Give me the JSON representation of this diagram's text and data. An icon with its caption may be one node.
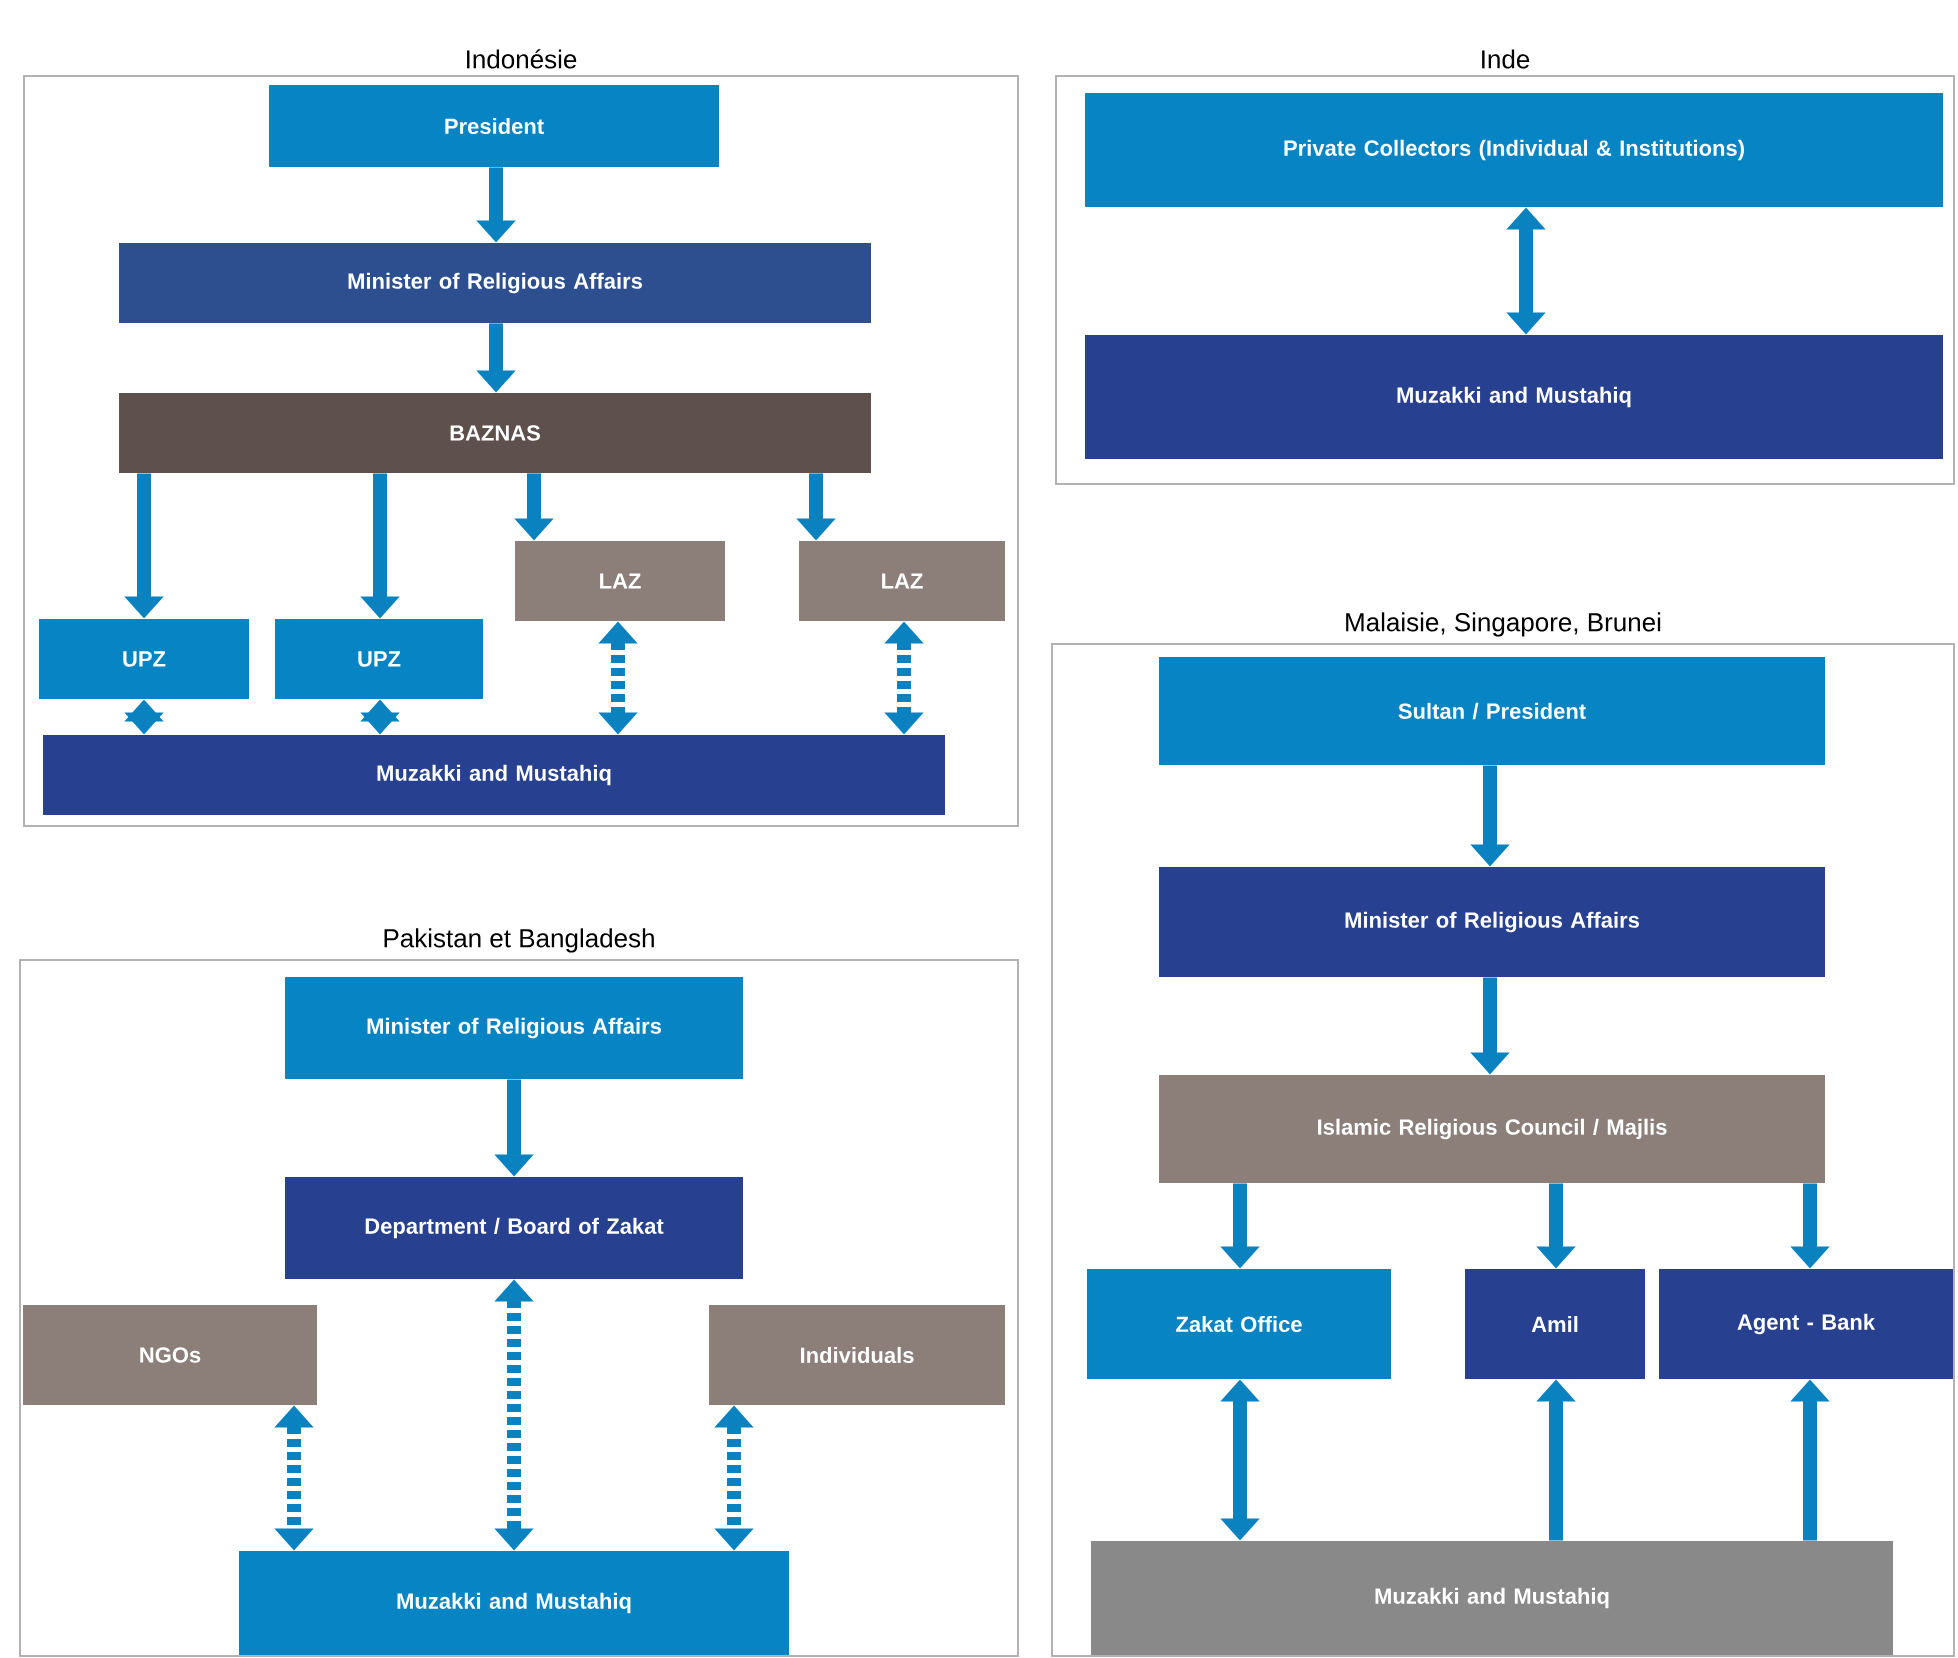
{
  "diagram": {
    "nodes": [
      {
        "text": [
          "Indonésie"
        ]
      },
      {
        "text": [
          "President"
        ],
        "in": 0
      },
      {
        "text": [
          "Minister of Religious Affairs"
        ],
        "in": 0
      },
      {
        "text": [
          "BAZNAS"
        ],
        "in": 0
      },
      {
        "text": [
          "UPZ"
        ],
        "in": 0
      },
      {
        "text": [
          "UPZ"
        ],
        "in": 0
      },
      {
        "text": [
          "LAZ"
        ],
        "in": 0
      },
      {
        "text": [
          "LAZ"
        ],
        "in": 0
      },
      {
        "text": [
          "Muzakki and Mustahiq"
        ],
        "in": 0
      },
      {
        "text": [
          "Inde"
        ]
      },
      {
        "text": [
          "Private Collectors (Individual & Institutions)"
        ],
        "in": 9
      },
      {
        "text": [
          "Muzakki and Mustahiq"
        ],
        "in": 9
      },
      {
        "text": [
          "Malaisie, Singapore, Brunei"
        ]
      },
      {
        "text": [
          "Sultan / President"
        ],
        "in": 12
      },
      {
        "text": [
          "Minister of Religious Affairs"
        ],
        "in": 12
      },
      {
        "text": [
          "Islamic Religious Council / Majlis"
        ],
        "in": 12
      },
      {
        "text": [
          "Zakat Office"
        ],
        "in": 12
      },
      {
        "text": [
          "Amil"
        ],
        "in": 12
      },
      {
        "text": [
          "Agent - Bank"
        ],
        "in": 12
      },
      {
        "text": [
          "Muzakki and Mustahiq"
        ],
        "in": 12
      },
      {
        "text": [
          "Pakistan et Bangladesh"
        ]
      },
      {
        "text": [
          "Minister of Religious Affairs"
        ],
        "in": 20
      },
      {
        "text": [
          "Department / Board of Zakat"
        ],
        "in": 20
      },
      {
        "text": [
          "NGOs"
        ],
        "in": 20
      },
      {
        "text": [
          "Individuals"
        ],
        "in": 20
      },
      {
        "text": [
          "Muzakki and Mustahiq"
        ],
        "in": 20
      }
    ],
    "edges": [
      {
        "from": 1,
        "to": 2,
        "arrow": "to"
      },
      {
        "from": 2,
        "to": 3,
        "arrow": "to"
      },
      {
        "from": 3,
        "to": 4,
        "arrow": "to"
      },
      {
        "from": 3,
        "to": 5,
        "arrow": "to"
      },
      {
        "from": 3,
        "to": 6,
        "arrow": "to"
      },
      {
        "from": 3,
        "to": 7,
        "arrow": "to"
      },
      {
        "from": 4,
        "to": 8,
        "arrow": "both"
      },
      {
        "from": 5,
        "to": 8,
        "arrow": "both"
      },
      {
        "from": 6,
        "to": 8,
        "arrow": "both",
        "style": "dashed"
      },
      {
        "from": 7,
        "to": 8,
        "arrow": "both",
        "style": "dashed"
      },
      {
        "from": 10,
        "to": 11,
        "arrow": "both"
      },
      {
        "from": 13,
        "to": 14,
        "arrow": "to"
      },
      {
        "from": 14,
        "to": 15,
        "arrow": "to"
      },
      {
        "from": 15,
        "to": 16,
        "arrow": "to"
      },
      {
        "from": 15,
        "to": 17,
        "arrow": "to"
      },
      {
        "from": 15,
        "to": 18,
        "arrow": "to"
      },
      {
        "from": 16,
        "to": 19,
        "arrow": "both"
      },
      {
        "from": 19,
        "to": 17,
        "arrow": "to"
      },
      {
        "from": 19,
        "to": 18,
        "arrow": "to"
      },
      {
        "from": 21,
        "to": 22,
        "arrow": "to"
      },
      {
        "from": 22,
        "to": 25,
        "arrow": "both",
        "style": "dashed"
      },
      {
        "from": 23,
        "to": 25,
        "arrow": "both",
        "style": "dashed"
      },
      {
        "from": 24,
        "to": 25,
        "arrow": "both",
        "style": "dashed"
      }
    ]
  }
}
